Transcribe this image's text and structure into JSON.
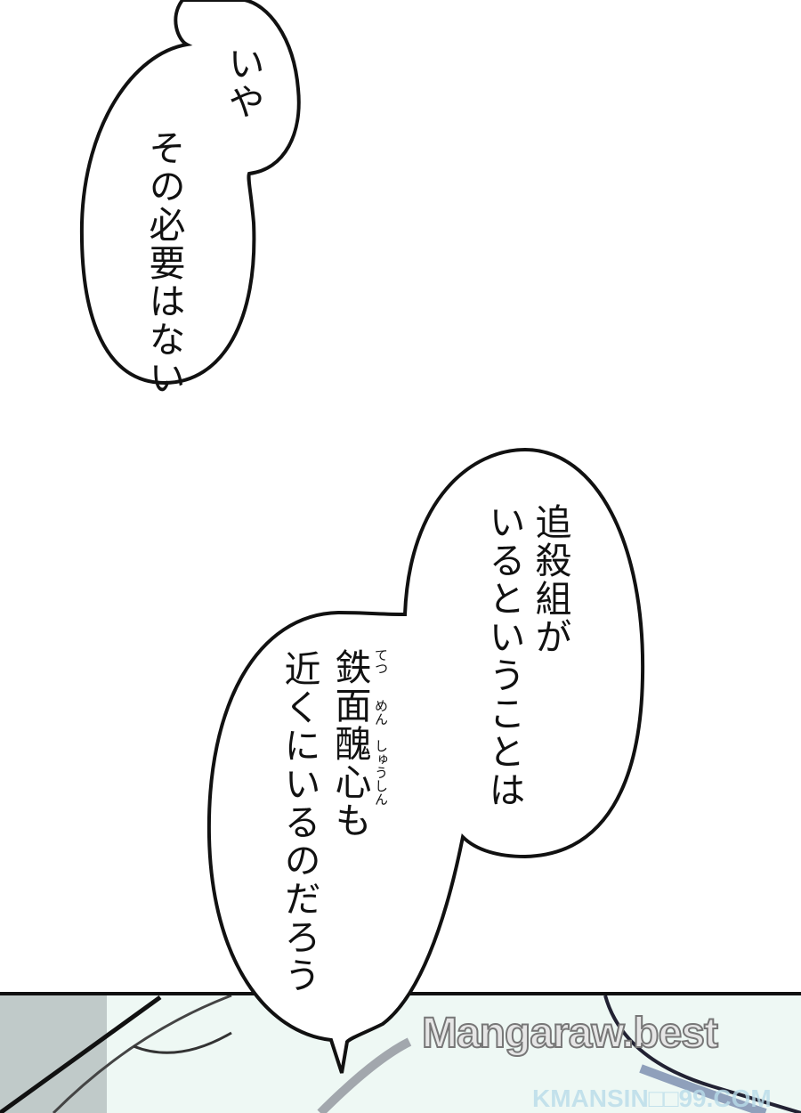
{
  "bubbles": [
    {
      "lines": [
        "いや",
        "その必要はない"
      ]
    },
    {
      "lines": [
        "追殺組が",
        "いるということは",
        "鉄面醜心も",
        "近くにいるのだろう"
      ],
      "ruby": [
        "てつ",
        "めん",
        "しゅうしん"
      ]
    }
  ],
  "watermark": {
    "primary": "Mangaraw.best",
    "secondary": "KMANSIN□□99.COM"
  },
  "colors": {
    "panel_bg": "#eef8f4",
    "ink": "#111111"
  }
}
